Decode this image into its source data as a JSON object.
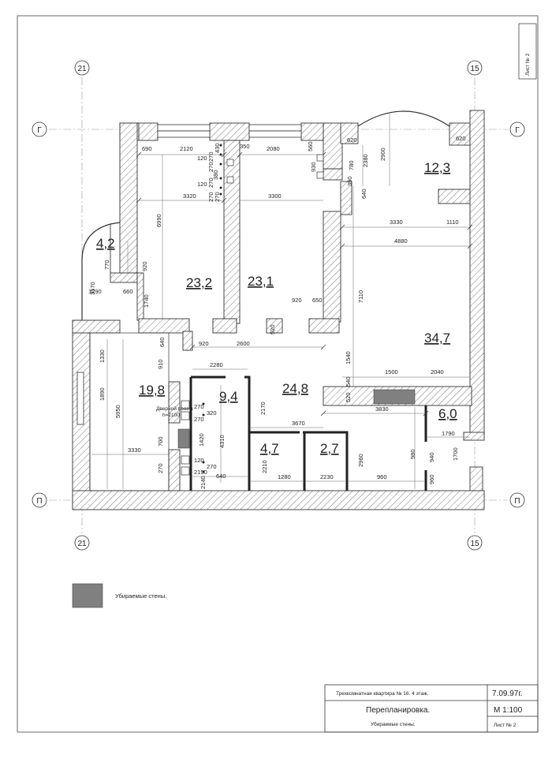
{
  "sheet_label": "Лист № 2",
  "axes": {
    "vertical": [
      "21",
      "15"
    ],
    "horizontal": [
      "Г",
      "П"
    ]
  },
  "room_areas": [
    "4,2",
    "23,2",
    "23,1",
    "12,3",
    "34,7",
    "19,8",
    "9,4",
    "24,8",
    "6,0",
    "4,7",
    "2,7"
  ],
  "dimensions": [
    "690",
    "2120",
    "350",
    "2080",
    "560",
    "620",
    "2380",
    "2900",
    "620",
    "120",
    "430",
    "270",
    "270",
    "380",
    "270",
    "120",
    "270",
    "270",
    "3320",
    "3300",
    "930",
    "780",
    "390",
    "640",
    "6990",
    "3330",
    "1110",
    "4880",
    "770",
    "920",
    "3570",
    "1290",
    "660",
    "1740",
    "7110",
    "920",
    "650",
    "520",
    "640",
    "920",
    "2600",
    "1540",
    "1500",
    "2040",
    "1330",
    "910",
    "2280",
    "540",
    "520",
    "3830",
    "1890",
    "5950",
    "2170",
    "3670",
    "1790",
    "270",
    "320",
    "270",
    "1420",
    "4310",
    "700",
    "3330",
    "980",
    "940",
    "1700",
    "270",
    "120",
    "270",
    "2190",
    "640",
    "2140",
    "2210",
    "1280",
    "2230",
    "2960",
    "960",
    "960"
  ],
  "door_note": {
    "line1": "Дверной проем",
    "line2": "h=2100"
  },
  "legend": {
    "label": "Убираемые стены.",
    "color": "#808080"
  },
  "title_block": {
    "project": "Трехкомнатная квартира № 16. 4 этаж.",
    "date": "7.09.97г.",
    "title": "Перепланировка.",
    "scale": "М 1:100",
    "subtitle": "Убираемые стены.",
    "sheet": "Лист № 2"
  }
}
